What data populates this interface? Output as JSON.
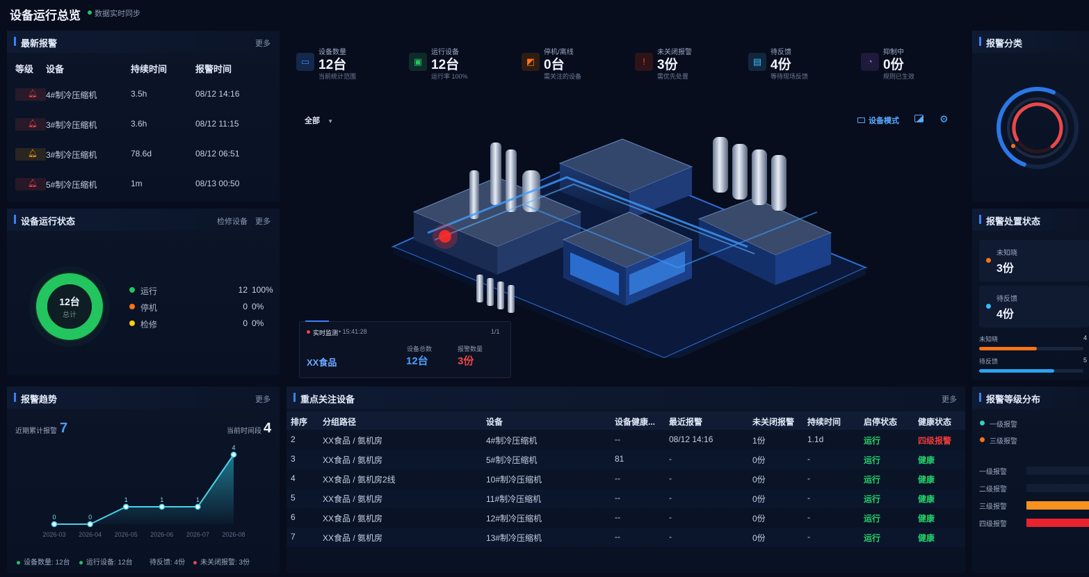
{
  "header": {
    "title": "设备运行总览",
    "sync": "数据实时同步"
  },
  "alarms": {
    "title": "最新报警",
    "more": "更多",
    "columns": [
      "等级",
      "设备",
      "持续时间",
      "报警时间"
    ],
    "rows": [
      {
        "device": "4#制冷压缩机",
        "duration": "3.5h",
        "time": "08/12 14:16",
        "color": "#ef4444"
      },
      {
        "device": "3#制冷压缩机",
        "duration": "3.6h",
        "time": "08/12 11:15",
        "color": "#ef4444"
      },
      {
        "device": "3#制冷压缩机",
        "duration": "78.6d",
        "time": "08/12 06:51",
        "color": "#f59e0b"
      },
      {
        "device": "5#制冷压缩机",
        "duration": "1m",
        "time": "08/13 00:50",
        "color": "#ef4444"
      }
    ]
  },
  "run_status": {
    "title": "设备运行状态",
    "repair": "检修设备",
    "more": "更多",
    "center_value": "12台",
    "center_label": "总计",
    "legend": [
      {
        "label": "运行",
        "count": "12",
        "pct": "100%",
        "color": "#22c55e",
        "value": 12
      },
      {
        "label": "停机",
        "count": "0",
        "pct": "0%",
        "color": "#f97316",
        "value": 0
      },
      {
        "label": "检修",
        "count": "0",
        "pct": "0%",
        "color": "#facc15",
        "value": 0
      }
    ]
  },
  "trend": {
    "title": "报警趋势",
    "more": "更多",
    "total_label": "近期累计报警",
    "total_value": "7",
    "period_label": "当前时间段",
    "period_value": "4",
    "footer": [
      {
        "text": "设备数量: 12台",
        "color": "#22c55e"
      },
      {
        "text": "运行设备: 12台",
        "color": "#22c55e"
      },
      {
        "text": "待反馈: 4份",
        "color": ""
      },
      {
        "text": "未关闭报警: 3份",
        "color": "#ef4444"
      }
    ]
  },
  "chart_data": {
    "type": "area",
    "categories": [
      "2026-03",
      "2026-04",
      "2026-05",
      "2026-06",
      "2026-07",
      "2026-08"
    ],
    "values": [
      0,
      0,
      1,
      1,
      1,
      4
    ],
    "ylim": [
      0,
      4
    ]
  },
  "kpis": [
    {
      "label": "设备数量",
      "value": "12台",
      "sub": "当前统计范围",
      "icon": "monitor-icon",
      "glyph": "▭",
      "color": "#3b82f6",
      "bg": "#13284a"
    },
    {
      "label": "运行设备",
      "value": "12台",
      "sub": "运行率 100%",
      "icon": "screen-icon",
      "glyph": "▣",
      "color": "#22c55e",
      "bg": "#0f2a2a"
    },
    {
      "label": "停机/离线",
      "value": "0台",
      "sub": "需关注的设备",
      "icon": "chart-icon",
      "glyph": "◩",
      "color": "#f97316",
      "bg": "#2e1d14"
    },
    {
      "label": "未关闭报警",
      "value": "3份",
      "sub": "需优先处置",
      "icon": "alert-icon",
      "glyph": "!",
      "color": "#ef4444",
      "bg": "#2e1418"
    },
    {
      "label": "待反馈",
      "value": "4份",
      "sub": "等待现场反馈",
      "icon": "document-icon",
      "glyph": "▤",
      "color": "#38bdf8",
      "bg": "#12273e"
    },
    {
      "label": "抑制中",
      "value": "0份",
      "sub": "规则已生效",
      "icon": "bell-icon",
      "glyph": "◔",
      "color": "#8b5cf6",
      "bg": "#1e1a3a"
    }
  ],
  "scene": {
    "filter": "全部",
    "mode": "设备模式",
    "live_label": "实时监测",
    "live_time": "15:41:28",
    "page": "1/1",
    "site": "XX食品",
    "device_total_label": "设备总数",
    "device_total": "12台",
    "alarm_count_label": "报警数量",
    "alarm_count": "3份"
  },
  "focus": {
    "title": "重点关注设备",
    "more": "更多",
    "columns": [
      "排序",
      "分组路径",
      "设备",
      "设备健康...",
      "最近报警",
      "未关闭报警",
      "持续时间",
      "启停状态",
      "健康状态"
    ],
    "rows": [
      {
        "rank": "2",
        "path": "XX食品 / 氨机房",
        "device": "4#制冷压缩机",
        "health_score": "--",
        "last_alarm": "08/12 14:16",
        "open": "1份",
        "duration": "1.1d",
        "run": "运行",
        "health": "四级报警",
        "alarm": true
      },
      {
        "rank": "3",
        "path": "XX食品 / 氨机房",
        "device": "5#制冷压缩机",
        "health_score": "81",
        "last_alarm": "-",
        "open": "0份",
        "duration": "-",
        "run": "运行",
        "health": "健康",
        "alarm": false
      },
      {
        "rank": "4",
        "path": "XX食品 / 氨机房2线",
        "device": "10#制冷压缩机",
        "health_score": "--",
        "last_alarm": "-",
        "open": "0份",
        "duration": "-",
        "run": "运行",
        "health": "健康",
        "alarm": false
      },
      {
        "rank": "5",
        "path": "XX食品 / 氨机房",
        "device": "11#制冷压缩机",
        "health_score": "--",
        "last_alarm": "-",
        "open": "0份",
        "duration": "-",
        "run": "运行",
        "health": "健康",
        "alarm": false
      },
      {
        "rank": "6",
        "path": "XX食品 / 氨机房",
        "device": "12#制冷压缩机",
        "health_score": "--",
        "last_alarm": "-",
        "open": "0份",
        "duration": "-",
        "run": "运行",
        "health": "健康",
        "alarm": false
      },
      {
        "rank": "7",
        "path": "XX食品 / 氨机房",
        "device": "13#制冷压缩机",
        "health_score": "--",
        "last_alarm": "-",
        "open": "0份",
        "duration": "-",
        "run": "运行",
        "health": "健康",
        "alarm": false
      }
    ]
  },
  "alarm_category": {
    "title": "报警分类"
  },
  "handling": {
    "title": "报警处置状态",
    "cards": [
      {
        "label": "未知晓",
        "value": "3份",
        "color": "#f97316"
      },
      {
        "label": "待反馈",
        "value": "4份",
        "color": "#38bdf8"
      }
    ],
    "bars": [
      {
        "label": "未知晓",
        "value": "4",
        "fraction": 0.55,
        "color": "#f97316"
      },
      {
        "label": "待反馈",
        "value": "5",
        "fraction": 0.72,
        "color": "#2aa4f4"
      }
    ]
  },
  "levels": {
    "title": "报警等级分布",
    "legend": [
      {
        "label": "一级报警",
        "color": "#2dd4bf"
      },
      {
        "label": "三级报警",
        "color": "#f97316"
      }
    ],
    "bars": [
      {
        "label": "一级报警",
        "fraction": 0,
        "color": "#2dd4bf"
      },
      {
        "label": "二级报警",
        "fraction": 0,
        "color": "#3b82f6"
      },
      {
        "label": "三级报警",
        "fraction": 1,
        "color": "#f7931e"
      },
      {
        "label": "四级报警",
        "fraction": 1,
        "color": "#e8232e"
      }
    ]
  }
}
